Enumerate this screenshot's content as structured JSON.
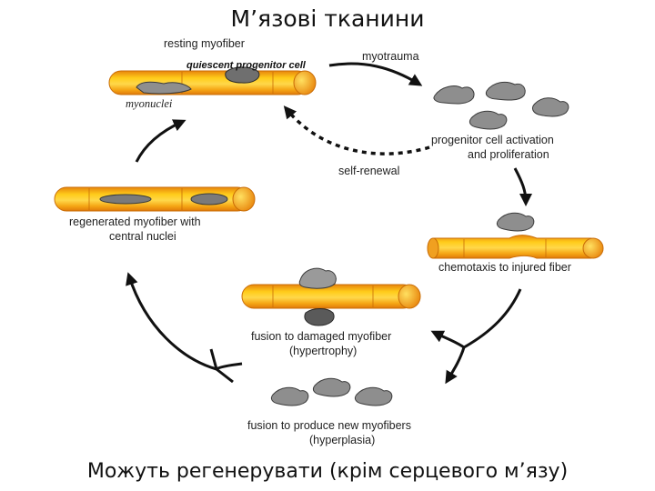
{
  "title": "М’язові тканини",
  "caption": "Можуть регенерувати (крім серцевого м’язу)",
  "labels": {
    "resting_myofiber": "resting myofiber",
    "quiescent_progenitor_cell": "quiescent progenitor cell",
    "myonuclei": "myonuclei",
    "myotrauma": "myotrauma",
    "activation_line1": "progenitor cell activation",
    "activation_line2": "and proliferation",
    "self_renewal": "self-renewal",
    "regenerated_line1": "regenerated myofiber with",
    "regenerated_line2": "central nuclei",
    "chemotaxis": "chemotaxis to injured fiber",
    "fusion_damaged_line1": "fusion to damaged myofiber",
    "fusion_damaged_line2": "(hypertrophy)",
    "fusion_new_line1": "fusion to produce new myofibers",
    "fusion_new_line2": "(hyperplasia)"
  },
  "colors": {
    "fiber_core": "#ffcc1a",
    "fiber_edge": "#e8850c",
    "cell_fill": "#8e8e8e",
    "cell_stroke": "#3a3a3a",
    "arrow": "#111111"
  }
}
